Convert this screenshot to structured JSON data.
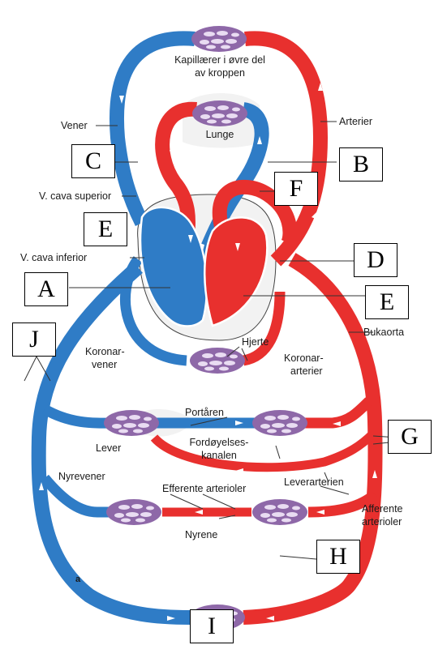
{
  "colors": {
    "artery": "#e8302e",
    "vein": "#2f7cc6",
    "capillary": "#8e68a8",
    "tissue": "#f2f2f2"
  },
  "labels": {
    "kap_line1": "Kapillærer i øvre del",
    "kap_line2": "av kroppen",
    "vener": "Vener",
    "arterier": "Arterier",
    "lunge": "Lunge",
    "vcava_sup": "V. cava superior",
    "vcava_inf": "V. cava inferior",
    "hjerte": "Hjerte",
    "koronar_vener_1": "Koronar-",
    "koronar_vener_2": "vener",
    "koronar_art_1": "Koronar-",
    "koronar_art_2": "arterier",
    "bukaorta": "Bukaorta",
    "portaren": "Portåren",
    "lever": "Lever",
    "ford_1": "Fordøyelses-",
    "ford_2": "kanalen",
    "leverarterien": "Leverarterien",
    "nyrevener": "Nyrevener",
    "efferente": "Efferente arterioler",
    "nyrene": "Nyrene",
    "afferente_1": "Afferente",
    "afferente_2": "arterioler",
    "fig": "a"
  },
  "boxes": {
    "A": "A",
    "B": "B",
    "C": "C",
    "D": "D",
    "E1": "E",
    "E2": "E",
    "F": "F",
    "G": "G",
    "H": "H",
    "I": "I",
    "J": "J"
  }
}
